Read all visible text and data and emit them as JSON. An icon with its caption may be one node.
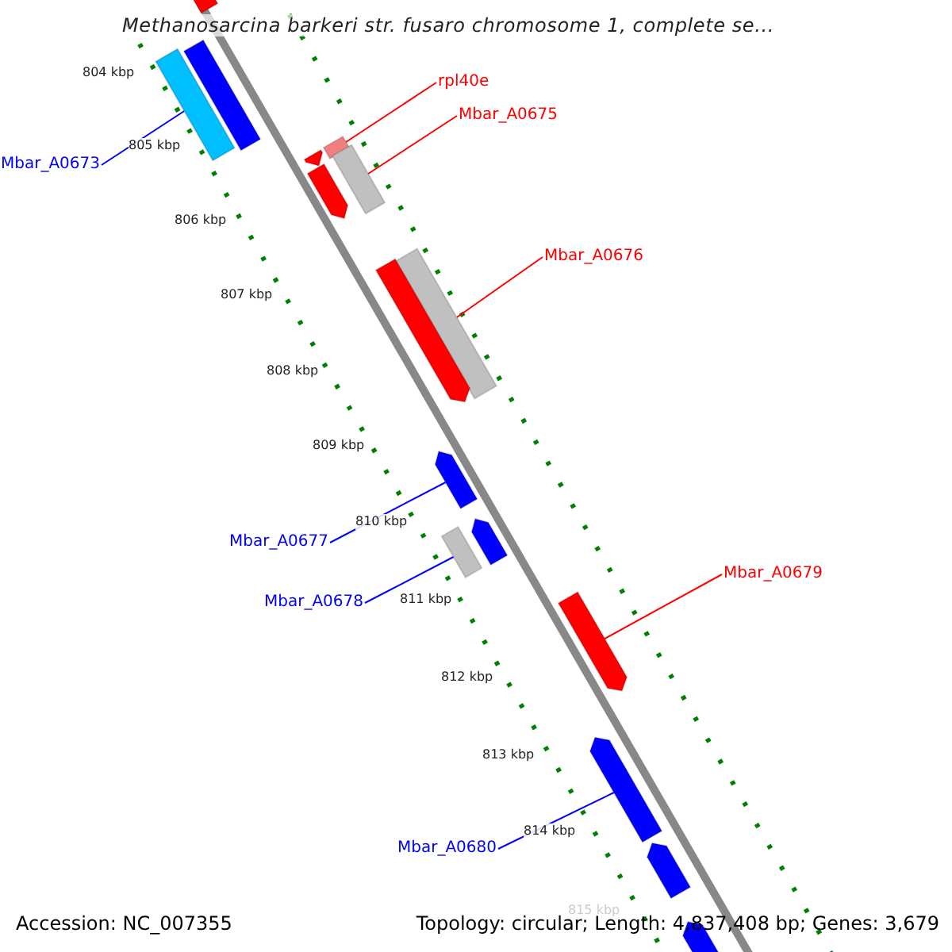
{
  "diagram": {
    "title": "Methanosarcina barkeri str. fusaro chromosome 1, complete se...",
    "nodes": [
      {
        "text": [
          "rpl40e"
        ]
      },
      {
        "text": [
          "Mbar_A0675"
        ]
      },
      {
        "text": [
          "Mbar_A0673"
        ]
      },
      {
        "text": [
          "Mbar_A0676"
        ]
      },
      {
        "text": [
          "Mbar_A0677"
        ]
      },
      {
        "text": [
          "Mbar_A0679"
        ]
      },
      {
        "text": [
          "Mbar_A0678"
        ]
      },
      {
        "text": [
          "Mbar_A0680"
        ]
      },
      {
        "text": [],
        "shape": "bar"
      },
      {
        "text": [],
        "shape": "bar"
      },
      {
        "text": [],
        "shape": "bar"
      },
      {
        "text": [],
        "shape": "bar"
      },
      {
        "text": [],
        "shape": "bar"
      },
      {
        "text": [],
        "shape": "bar"
      },
      {
        "text": [],
        "shape": "bar"
      },
      {
        "text": [],
        "shape": "bar"
      },
      {
        "text": [],
        "shape": "bar"
      },
      {
        "text": [],
        "shape": "bar"
      },
      {
        "text": [],
        "shape": "bar"
      },
      {
        "text": [],
        "shape": "bar"
      },
      {
        "text": [],
        "shape": "bar"
      },
      {
        "text": [],
        "shape": "bar"
      },
      {
        "text": [],
        "shape": "bar"
      },
      {
        "text": [],
        "shape": "bar"
      }
    ],
    "edges": [
      {
        "from": 0,
        "to": 11,
        "arrow": "none",
        "color": "#ff0000"
      },
      {
        "from": 1,
        "to": 13,
        "arrow": "none",
        "color": "#ff0000"
      },
      {
        "from": 2,
        "to": 10,
        "arrow": "none",
        "color": "#0000ff"
      },
      {
        "from": 3,
        "to": 15,
        "arrow": "none",
        "color": "#ff0000"
      },
      {
        "from": 4,
        "to": 17,
        "arrow": "none",
        "color": "#0000ff"
      },
      {
        "from": 5,
        "to": 20,
        "arrow": "none",
        "color": "#ff0000"
      },
      {
        "from": 6,
        "to": 19,
        "arrow": "none",
        "color": "#0000ff"
      },
      {
        "from": 7,
        "to": 21,
        "arrow": "none",
        "color": "#0000ff"
      }
    ],
    "labels": [
      "804 kbp",
      "805 kbp",
      "806 kbp",
      "807 kbp",
      "808 kbp",
      "809 kbp",
      "810 kbp",
      "811 kbp",
      "812 kbp",
      "813 kbp",
      "814 kbp",
      "815 kbp",
      "Accession: NC_007355",
      "Topology: circular; Length: 4,837,408 bp; Genes: 3,679"
    ]
  }
}
